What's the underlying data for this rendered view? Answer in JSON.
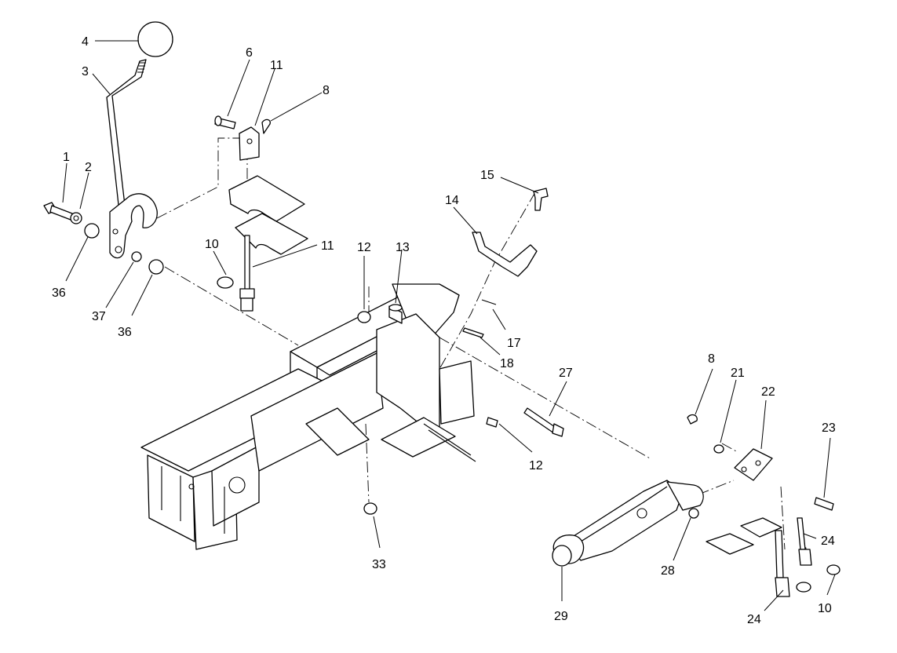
{
  "callouts": [
    {
      "id": "c4",
      "label": "4"
    },
    {
      "id": "c3",
      "label": "3"
    },
    {
      "id": "c1",
      "label": "1"
    },
    {
      "id": "c2",
      "label": "2"
    },
    {
      "id": "c36a",
      "label": "36"
    },
    {
      "id": "c37",
      "label": "37"
    },
    {
      "id": "c36b",
      "label": "36"
    },
    {
      "id": "c6",
      "label": "6"
    },
    {
      "id": "c11a",
      "label": "11"
    },
    {
      "id": "c8a",
      "label": "8"
    },
    {
      "id": "c10a",
      "label": "10"
    },
    {
      "id": "c11b",
      "label": "11"
    },
    {
      "id": "c12a",
      "label": "12"
    },
    {
      "id": "c13",
      "label": "13"
    },
    {
      "id": "c14",
      "label": "14"
    },
    {
      "id": "c15",
      "label": "15"
    },
    {
      "id": "c17",
      "label": "17"
    },
    {
      "id": "c18",
      "label": "18"
    },
    {
      "id": "c27",
      "label": "27"
    },
    {
      "id": "c12b",
      "label": "12"
    },
    {
      "id": "c33",
      "label": "33"
    },
    {
      "id": "c8b",
      "label": "8"
    },
    {
      "id": "c21",
      "label": "21"
    },
    {
      "id": "c22",
      "label": "22"
    },
    {
      "id": "c23",
      "label": "23"
    },
    {
      "id": "c24a",
      "label": "24"
    },
    {
      "id": "c28",
      "label": "28"
    },
    {
      "id": "c29",
      "label": "29"
    },
    {
      "id": "c10b",
      "label": "10"
    },
    {
      "id": "c24b",
      "label": "24"
    }
  ]
}
